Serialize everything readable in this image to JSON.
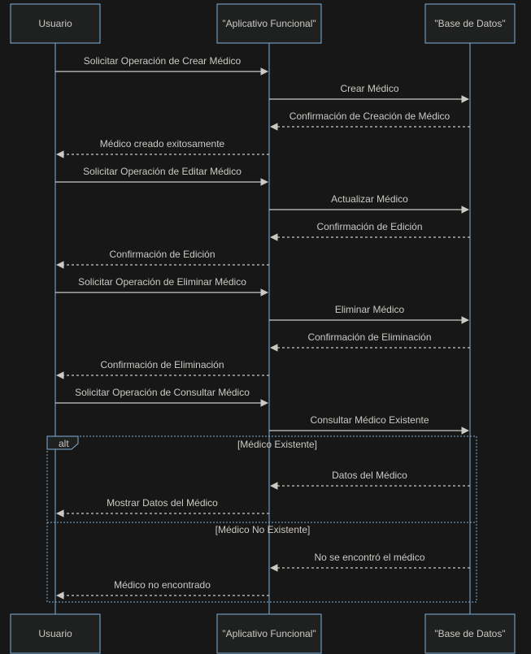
{
  "participants": [
    {
      "id": "usuario",
      "label": "Usuario"
    },
    {
      "id": "app",
      "label": "\"Aplicativo Funcional\""
    },
    {
      "id": "db",
      "label": "\"Base de Datos\""
    }
  ],
  "messages": [
    {
      "from": "usuario",
      "to": "app",
      "label": "Solicitar Operación de Crear Médico",
      "style": "solid"
    },
    {
      "from": "app",
      "to": "db",
      "label": "Crear Médico",
      "style": "solid"
    },
    {
      "from": "db",
      "to": "app",
      "label": "Confirmación de Creación de Médico",
      "style": "dotted"
    },
    {
      "from": "app",
      "to": "usuario",
      "label": "Médico creado exitosamente",
      "style": "dotted"
    },
    {
      "from": "usuario",
      "to": "app",
      "label": "Solicitar Operación de Editar Médico",
      "style": "solid"
    },
    {
      "from": "app",
      "to": "db",
      "label": "Actualizar Médico",
      "style": "solid"
    },
    {
      "from": "db",
      "to": "app",
      "label": "Confirmación de Edición",
      "style": "dotted"
    },
    {
      "from": "app",
      "to": "usuario",
      "label": "Confirmación de Edición",
      "style": "dotted"
    },
    {
      "from": "usuario",
      "to": "app",
      "label": "Solicitar Operación de Eliminar Médico",
      "style": "solid"
    },
    {
      "from": "app",
      "to": "db",
      "label": "Eliminar Médico",
      "style": "solid"
    },
    {
      "from": "db",
      "to": "app",
      "label": "Confirmación de Eliminación",
      "style": "dotted"
    },
    {
      "from": "app",
      "to": "usuario",
      "label": "Confirmación de Eliminación",
      "style": "dotted"
    },
    {
      "from": "usuario",
      "to": "app",
      "label": "Solicitar Operación de Consultar Médico",
      "style": "solid"
    },
    {
      "from": "app",
      "to": "db",
      "label": "Consultar Médico Existente",
      "style": "solid"
    },
    {
      "from": "db",
      "to": "app",
      "label": "Datos del Médico",
      "style": "dotted"
    },
    {
      "from": "app",
      "to": "usuario",
      "label": "Mostrar Datos del Médico",
      "style": "dotted"
    },
    {
      "from": "db",
      "to": "app",
      "label": "No se encontró el médico",
      "style": "dotted"
    },
    {
      "from": "app",
      "to": "usuario",
      "label": "Médico no encontrado",
      "style": "dotted"
    }
  ],
  "alt_fragment": {
    "tag": "alt",
    "conditions": [
      "[Médico Existente]",
      "[Médico No Existente]"
    ]
  },
  "colors": {
    "background": "#171717",
    "actor_fill": "#1f2020",
    "actor_border": "#81b1db",
    "text": "#ccc9c4",
    "frame": "#81b1db"
  }
}
